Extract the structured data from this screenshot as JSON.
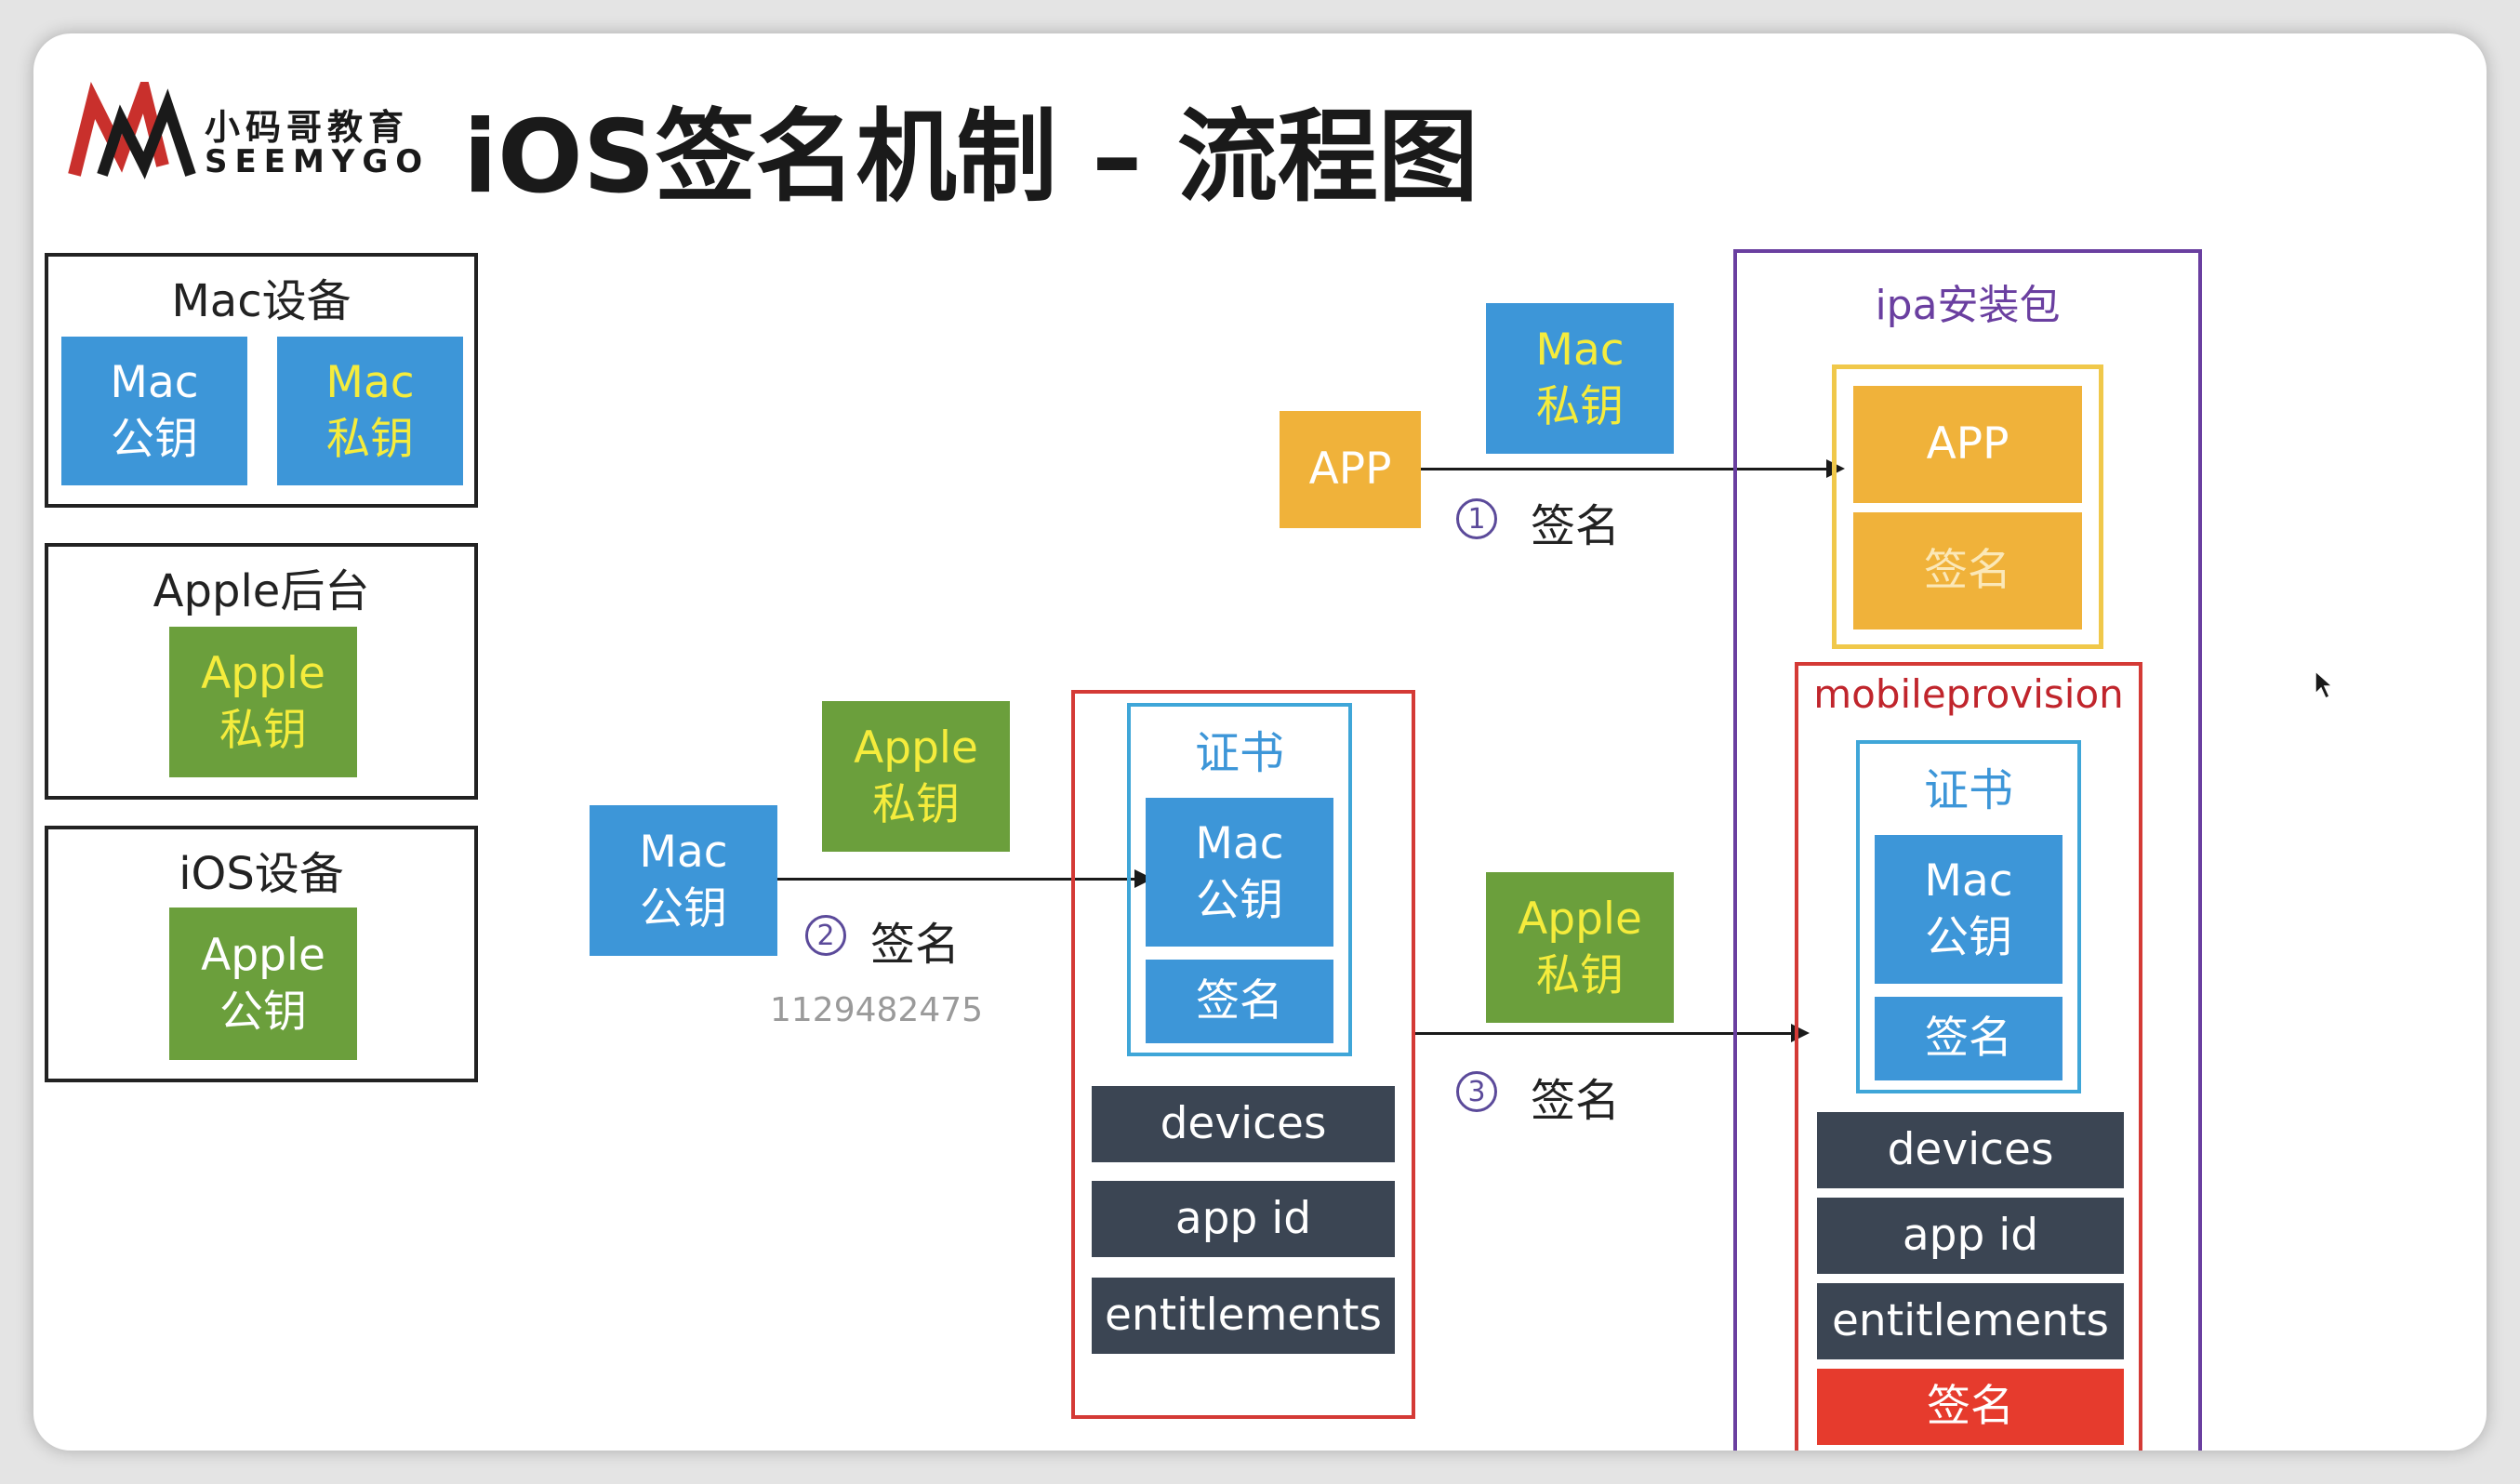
{
  "header": {
    "logo_cn": "小码哥教育",
    "logo_en": "SEEMYGO",
    "title": "iOS签名机制 – 流程图"
  },
  "legend": {
    "mac_device": {
      "title": "Mac设备",
      "pub": "Mac\n公钥",
      "priv": "Mac\n私钥"
    },
    "apple_backend": {
      "title": "Apple后台",
      "priv": "Apple\n私钥"
    },
    "ios_device": {
      "title": "iOS设备",
      "pub": "Apple\n公钥"
    }
  },
  "flow": {
    "step1": {
      "app": "APP",
      "key": "Mac\n私钥",
      "num": "1",
      "label": "签名"
    },
    "step2": {
      "key": "Mac\n公钥",
      "signer": "Apple\n私钥",
      "num": "2",
      "label": "签名",
      "watermark": "1129482475"
    },
    "step3": {
      "signer": "Apple\n私钥",
      "num": "3",
      "label": "签名"
    },
    "cert_box": {
      "cert_title": "证书",
      "cert_key": "Mac\n公钥",
      "cert_sig": "签名",
      "items": [
        "devices",
        "app id",
        "entitlements"
      ]
    },
    "ipa": {
      "title": "ipa安装包",
      "app": "APP",
      "app_sig": "签名",
      "mp_title": "mobileprovision",
      "cert_title": "证书",
      "cert_key": "Mac\n公钥",
      "cert_sig": "签名",
      "items": [
        "devices",
        "app id",
        "entitlements"
      ],
      "mp_sig": "签名"
    }
  },
  "colors": {
    "blue": "#3d96d8",
    "green": "#6b9f3c",
    "orange": "#f0b23a",
    "dark": "#3b4553",
    "red": "#e63b2d",
    "purple": "#6a3fa0",
    "frame_red": "#d43a36",
    "frame_blue": "#3fa6d8",
    "frame_yellow": "#f0c84a"
  }
}
